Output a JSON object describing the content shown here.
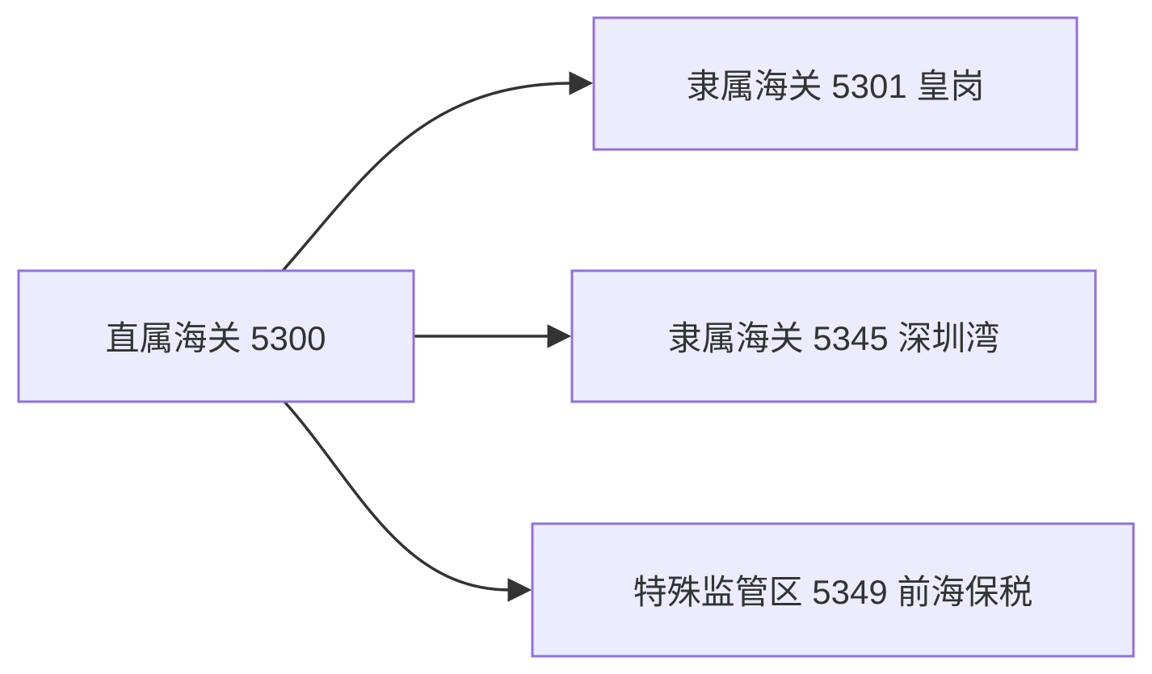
{
  "diagram": {
    "type": "flowchart",
    "direction": "left-to-right",
    "background_color": "#ffffff",
    "node_fill_color": "#ECECFF",
    "node_border_color": "#9370DB",
    "edge_color": "#333333",
    "text_color": "#333333",
    "nodes": [
      {
        "id": "root",
        "label": "直属海关 5300"
      },
      {
        "id": "huanggang",
        "label": "隶属海关 5301 皇岗"
      },
      {
        "id": "shenzhenwan",
        "label": "隶属海关 5345 深圳湾"
      },
      {
        "id": "qianhai",
        "label": "特殊监管区 5349 前海保税"
      }
    ],
    "edges": [
      {
        "from": "root",
        "to": "huanggang"
      },
      {
        "from": "root",
        "to": "shenzhenwan"
      },
      {
        "from": "root",
        "to": "qianhai"
      }
    ]
  }
}
